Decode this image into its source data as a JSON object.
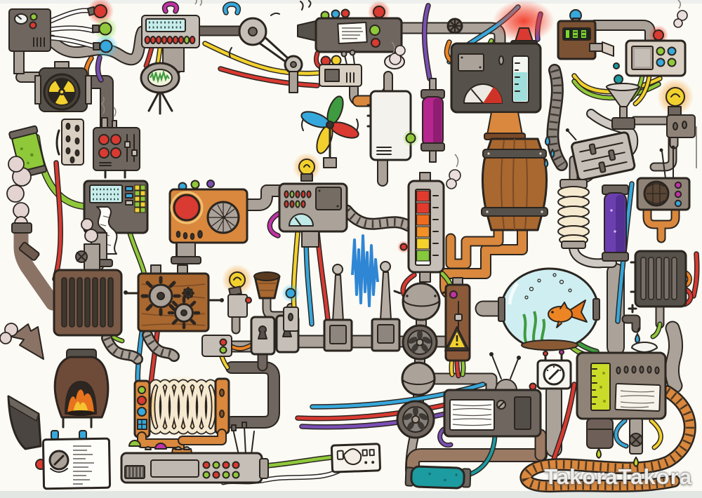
{
  "artwork": {
    "watermark_text": "TakoraTakora"
  },
  "palette": {
    "paper": "#fbfaf4",
    "ink": "#2b2520",
    "metal": "#aba29a",
    "metal_light": "#c6bfb7",
    "metal_dark": "#6e665f",
    "metal_deep": "#57514b",
    "beige": "#d9d0c3",
    "wood": "#a8682f",
    "wood_dark": "#7b4a27",
    "brown": "#7b5b47",
    "taupe": "#8f8378",
    "copper": "#d9883d",
    "red": "#d93a32",
    "orange": "#ee8524",
    "yellow": "#f2d12e",
    "lime": "#8fc93a",
    "green": "#3f9b3f",
    "teal": "#1c9ba0",
    "cyan": "#37a8dc",
    "blue": "#2f6fc4",
    "purple": "#7a4fb5",
    "magenta": "#c032a8",
    "chartreuse": "#cadb2a",
    "water": "#cfeef2",
    "cream": "#f5e9cf",
    "smoke": "#e3d4d2",
    "fire_orange": "#e8731f",
    "fire_yellow": "#f6c330",
    "white": "#ffffff"
  },
  "components": [
    "control-box",
    "indicator-bulbs",
    "radiation-machine",
    "chemical-cylinder",
    "toggle-panel",
    "red-button-box",
    "counter-machine",
    "oscilloscope",
    "pulley-drive",
    "note-machine",
    "lever-box",
    "pinwheel-fan",
    "white-cabinet",
    "magenta-cylinder",
    "siren-tank-machine",
    "wooden-barrel",
    "digital-display-box",
    "right-control-panel",
    "funnel",
    "glowing-bulbs",
    "slider-panel",
    "bellows",
    "purple-cylinder",
    "radio-speaker",
    "radiator",
    "fishbowl-with-goldfish",
    "faucet-and-bowl",
    "center-gauge-machine",
    "level-meter-column",
    "pump-and-turbines",
    "warning-box",
    "tesla-towers",
    "blue-waveform",
    "keyhole-junctions",
    "furnace-with-fire",
    "coal-chute",
    "checklist-panel",
    "gearbox",
    "induction-coil",
    "control-strip",
    "power-outlet",
    "teal-canister",
    "screen-box",
    "pressure-gauge",
    "dripping-machine",
    "pipes-and-wires",
    "computer-with-tape"
  ]
}
